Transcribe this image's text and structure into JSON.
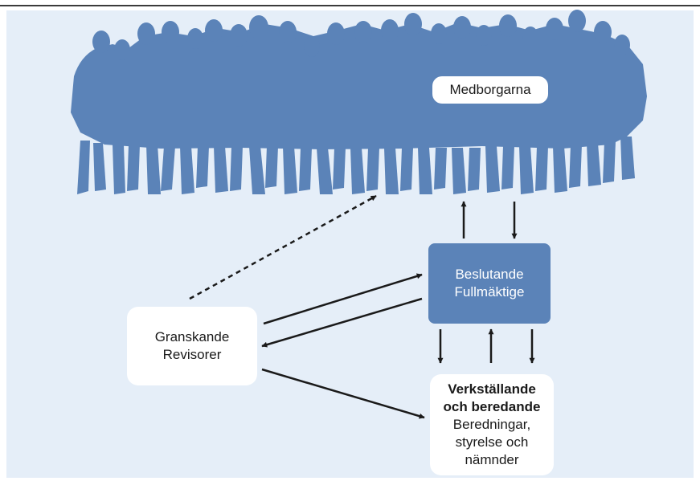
{
  "citizens": {
    "label": "Medborgarna"
  },
  "decision": {
    "title": "Beslutande",
    "subtitle": "Fullmäktige"
  },
  "audit": {
    "title": "Granskande",
    "subtitle": "Revisorer"
  },
  "executive": {
    "title_line1": "Verkställande",
    "title_line2": "och beredande",
    "sub_line1": "Beredningar,",
    "sub_line2": "styrelse och",
    "sub_line3": "nämnder"
  },
  "colors": {
    "panel_bg": "#e5eef8",
    "crowd": "#5b83b8",
    "decision_box": "#5b83b8",
    "arrows": "#1a1a1a"
  }
}
